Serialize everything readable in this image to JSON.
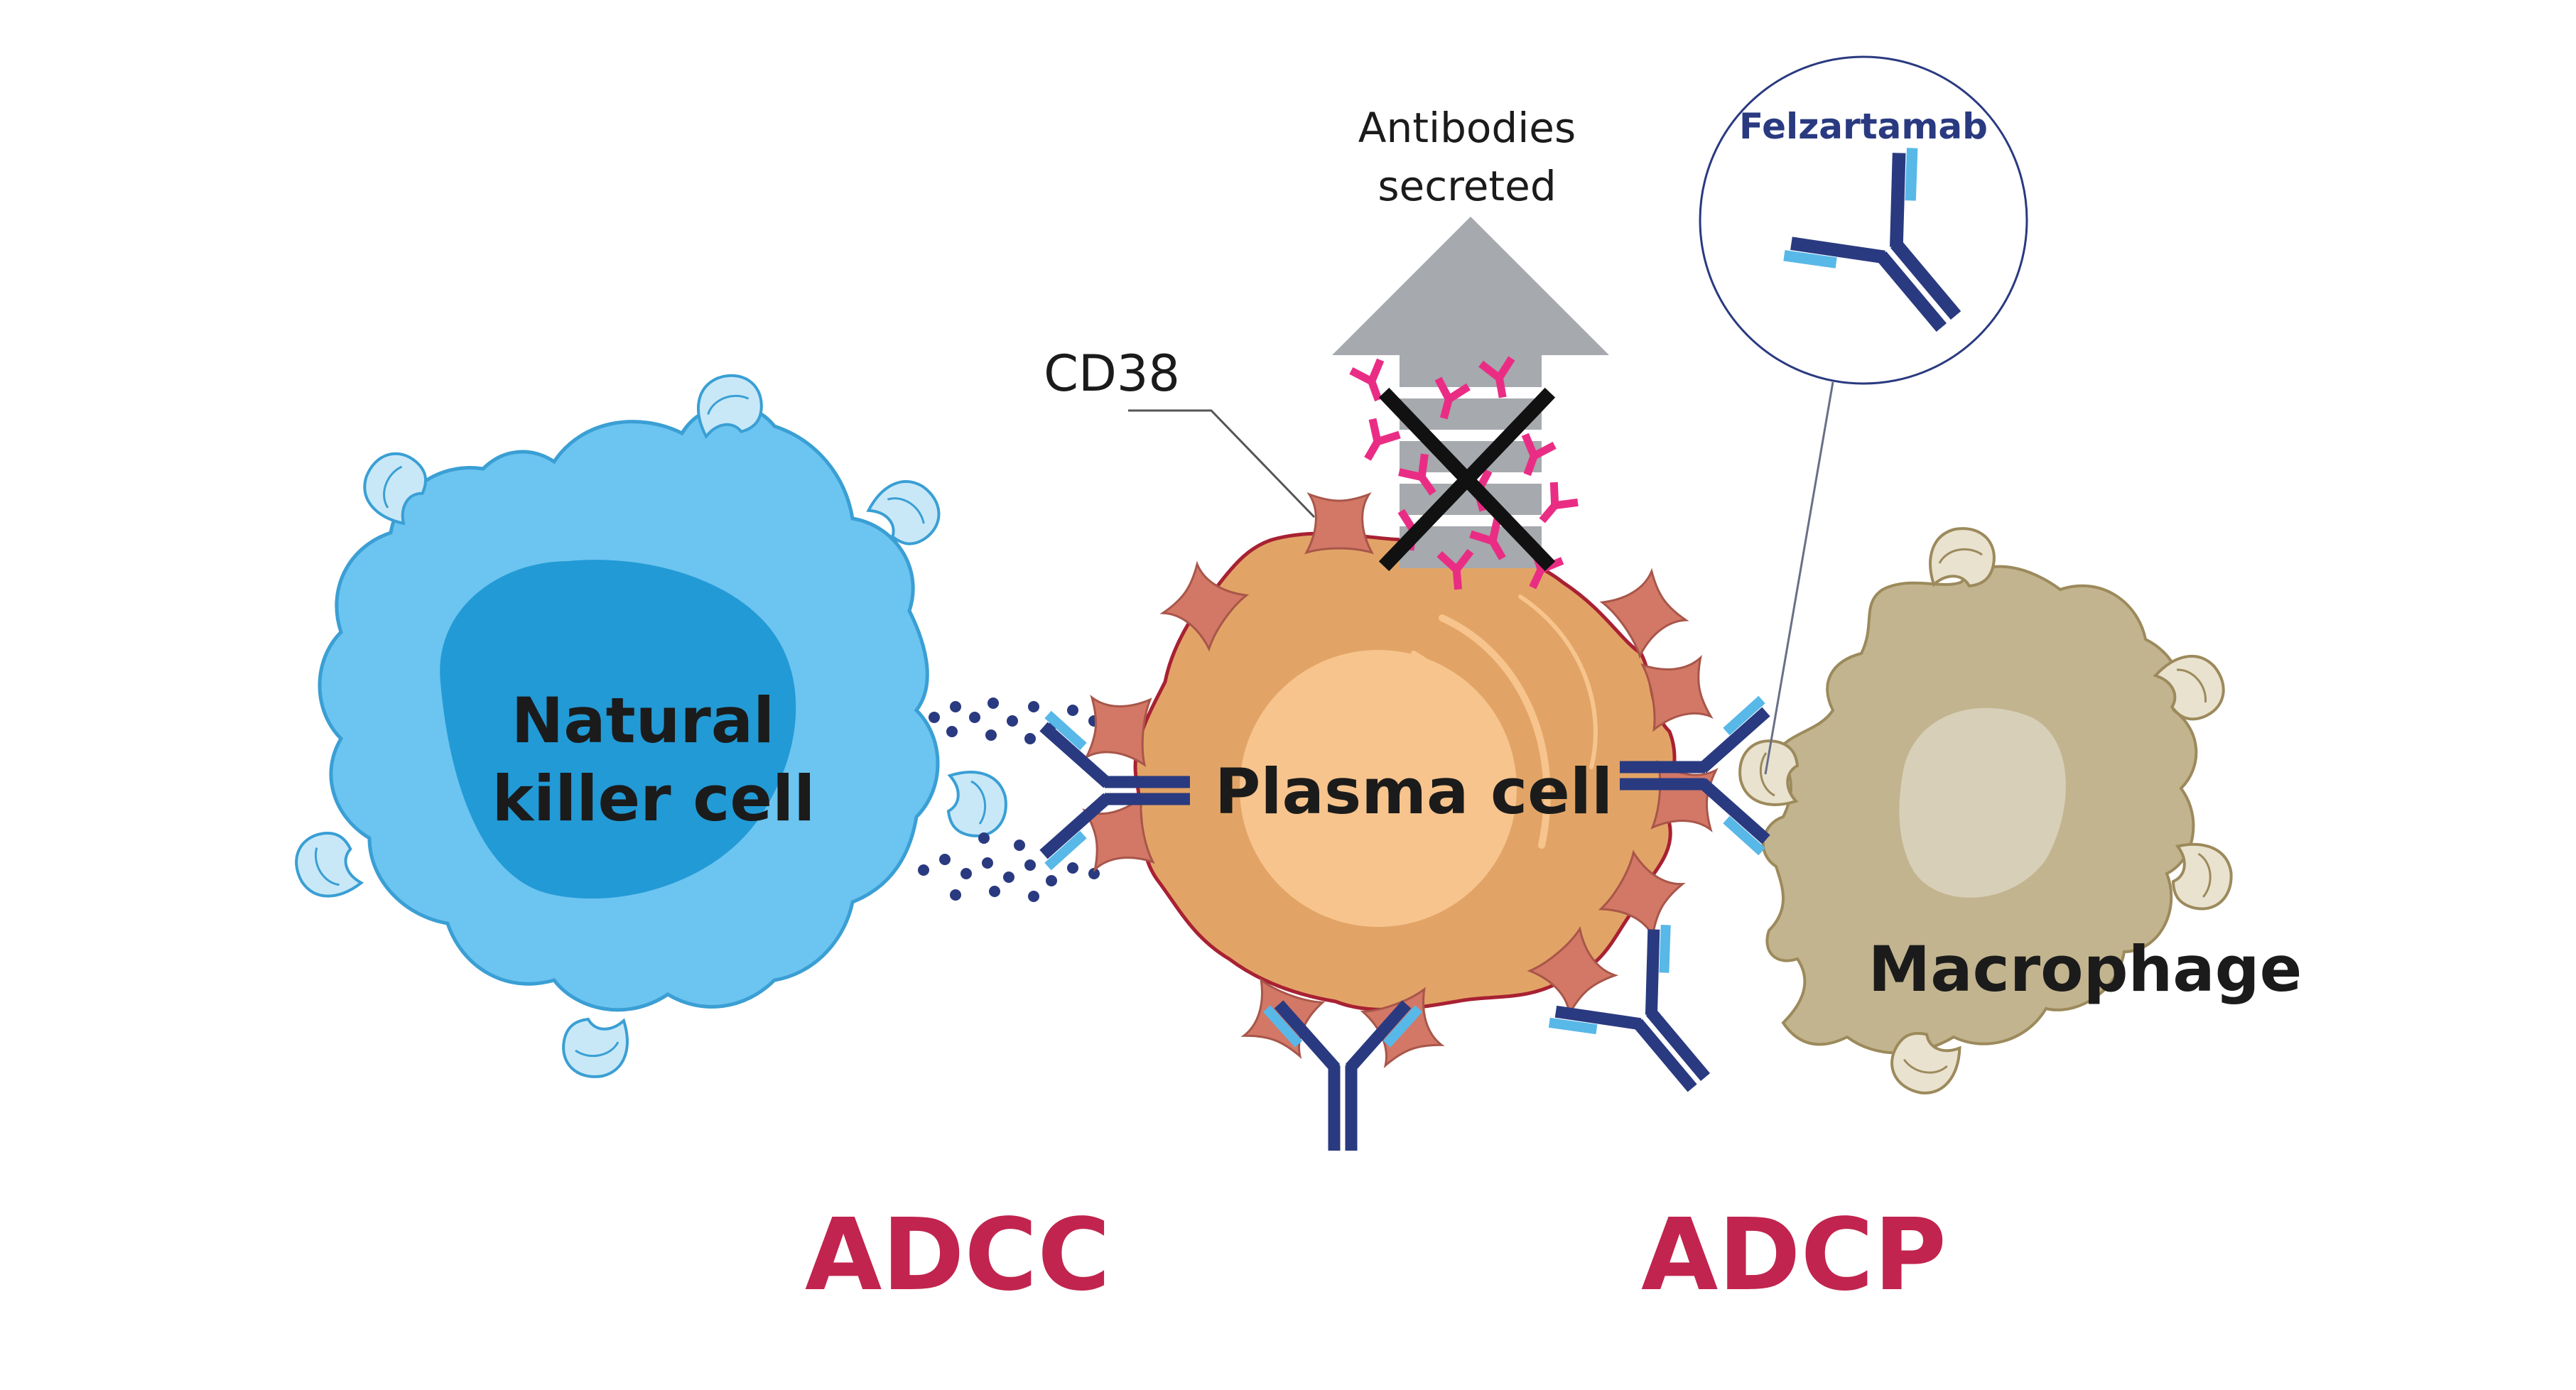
{
  "labels": {
    "nk_cell_line1": "Natural",
    "nk_cell_line2": "killer cell",
    "plasma_cell": "Plasma cell",
    "macrophage": "Macrophage",
    "cd38": "CD38",
    "secreted_line1": "Antibodies",
    "secreted_line2": "secreted",
    "drug": "Felzartamab",
    "adcc": "ADCC",
    "adcp": "ADCP"
  },
  "icons": {
    "nk_cell": "natural-killer-cell-icon",
    "plasma_cell": "plasma-cell-icon",
    "macrophage": "macrophage-icon",
    "cd38_receptor": "cd38-receptor-icon",
    "antibody": "antibody-icon",
    "secretion_arrow": "up-arrow-icon",
    "block": "cross-icon",
    "granules": "dots-icon"
  },
  "colors": {
    "nk_cell": "#6cc4f0",
    "nk_nucleus": "#229ad6",
    "plasma_cell": "#e2a466",
    "plasma_outline": "#a82133",
    "plasma_nucleus": "#f7c48d",
    "macrophage": "#c2b48e",
    "macrophage_nucleus": "#d7cfb8",
    "cd38": "#d37866",
    "antibody_dark": "#2a3a80",
    "antibody_light": "#58b8e8",
    "secreted_antibody": "#ea2d84",
    "arrow": "#a6a9ad",
    "mechanism_text": "#c1244e",
    "drug_text": "#2a3a80"
  }
}
